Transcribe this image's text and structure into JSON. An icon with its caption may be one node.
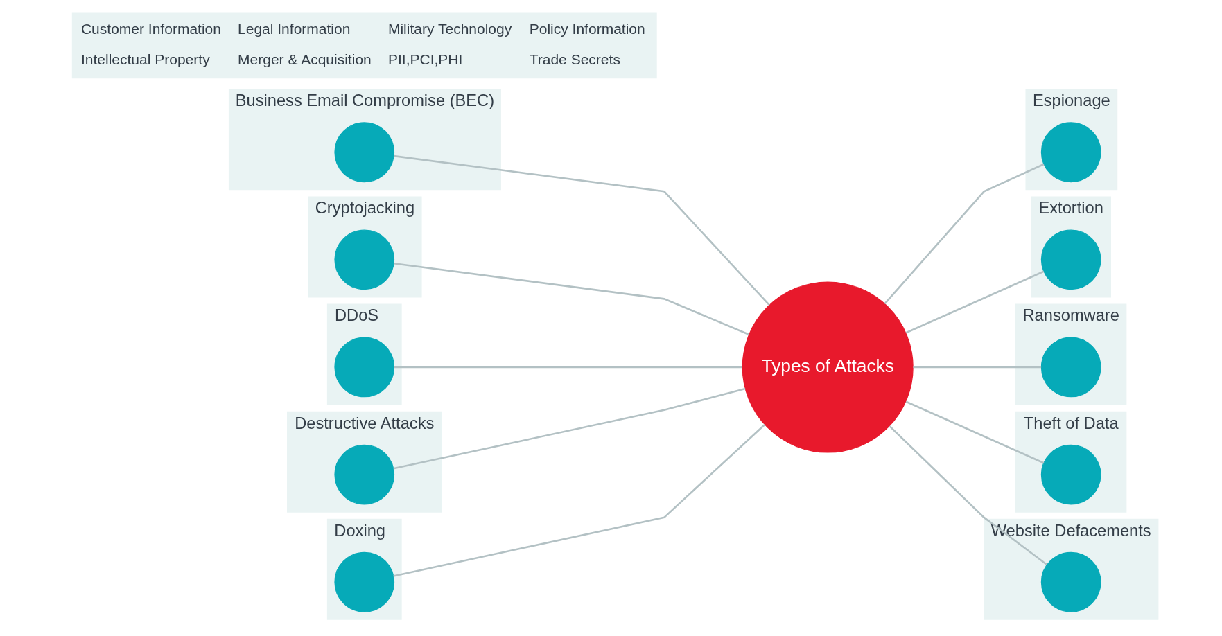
{
  "diagram": {
    "nodes": [
      {
        "text": [
          "Types of Attacks"
        ]
      },
      {
        "text": [
          "Business Email Compromise (BEC)"
        ]
      },
      {
        "text": [],
        "shape": "circle",
        "in": 1
      },
      {
        "text": [
          "Cryptojacking"
        ]
      },
      {
        "text": [],
        "shape": "circle",
        "in": 3
      },
      {
        "text": [
          "DDoS"
        ]
      },
      {
        "text": [],
        "shape": "circle",
        "in": 5
      },
      {
        "text": [
          "Destructive Attacks"
        ]
      },
      {
        "text": [],
        "shape": "circle",
        "in": 7
      },
      {
        "text": [
          "Doxing"
        ]
      },
      {
        "text": [],
        "shape": "circle",
        "in": 9
      },
      {
        "text": [
          "Espionage"
        ]
      },
      {
        "text": [],
        "shape": "circle",
        "in": 11
      },
      {
        "text": [
          "Extortion"
        ]
      },
      {
        "text": [],
        "shape": "circle",
        "in": 13
      },
      {
        "text": [
          "Ransomware"
        ]
      },
      {
        "text": [],
        "shape": "circle",
        "in": 15
      },
      {
        "text": [
          "Theft of Data"
        ]
      },
      {
        "text": [],
        "shape": "circle",
        "in": 17
      },
      {
        "text": [
          "Website Defacements"
        ]
      },
      {
        "text": [],
        "shape": "circle",
        "in": 19
      }
    ],
    "edges": [
      {
        "from": 2,
        "to": 0,
        "arrow": "none"
      },
      {
        "from": 4,
        "to": 0,
        "arrow": "none"
      },
      {
        "from": 6,
        "to": 0,
        "arrow": "none"
      },
      {
        "from": 8,
        "to": 0,
        "arrow": "none"
      },
      {
        "from": 10,
        "to": 0,
        "arrow": "none"
      },
      {
        "from": 0,
        "to": 12,
        "arrow": "none"
      },
      {
        "from": 0,
        "to": 14,
        "arrow": "none"
      },
      {
        "from": 0,
        "to": 16,
        "arrow": "none"
      },
      {
        "from": 0,
        "to": 18,
        "arrow": "none"
      },
      {
        "from": 0,
        "to": 20,
        "arrow": "none"
      }
    ],
    "labels": [
      "Customer Information",
      "Legal Information",
      "Military Technology",
      "Policy Information",
      "Intellectual Property",
      "Merger & Acquisition",
      "PII,PCI,PHI",
      "Trade Secrets"
    ]
  }
}
